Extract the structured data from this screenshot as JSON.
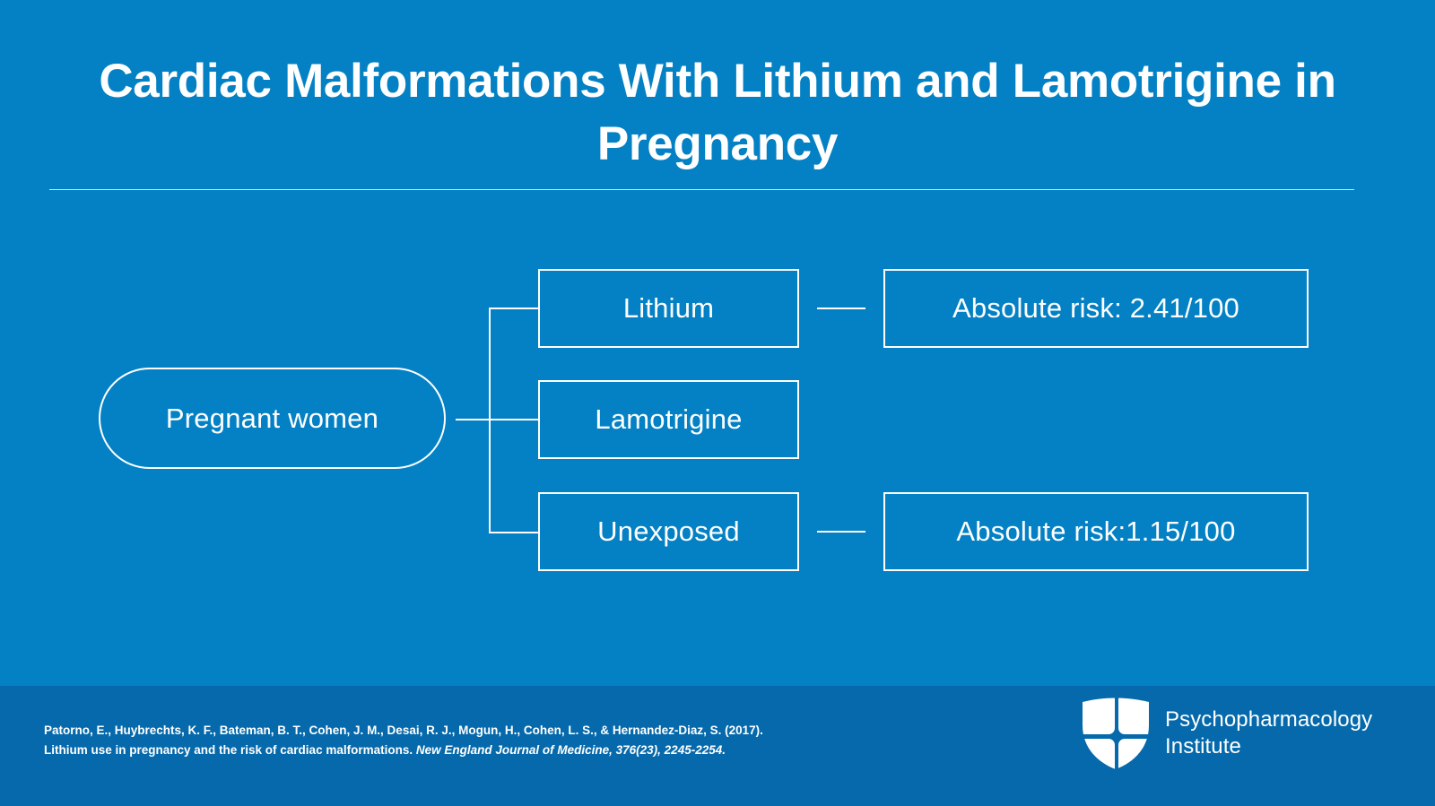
{
  "slide": {
    "title": "Cardiac Malformations With Lithium and Lamotrigine in Pregnancy",
    "background_color": "#0481c4",
    "footer_background_color": "#0569ab",
    "line_color": "#ffffff"
  },
  "diagram": {
    "type": "flowchart",
    "root": {
      "label": "Pregnant women",
      "shape": "pill"
    },
    "branches": [
      {
        "label": "Lithium",
        "shape": "rectangle",
        "result": "Absolute risk: 2.41/100"
      },
      {
        "label": "Lamotrigine",
        "shape": "rectangle",
        "result": ""
      },
      {
        "label": "Unexposed",
        "shape": "rectangle",
        "result": "Absolute risk:1.15/100"
      }
    ]
  },
  "footer": {
    "citation": {
      "authors_and_year": "Patorno, E., Huybrechts, K. F., Bateman, B. T., Cohen, J. M., Desai, R. J., Mogun, H., Cohen, L. S., & Hernandez-Diaz, S. (2017).",
      "article_title": "Lithium use in pregnancy and the risk of cardiac malformations.",
      "journal": "New England Journal of Medicine",
      "volume_issue_pages": ", 376(23), 2245-2254."
    },
    "brand": {
      "line1": "Psychopharmacology",
      "line2": "Institute",
      "logo_icon": "shield-cross-icon"
    }
  }
}
